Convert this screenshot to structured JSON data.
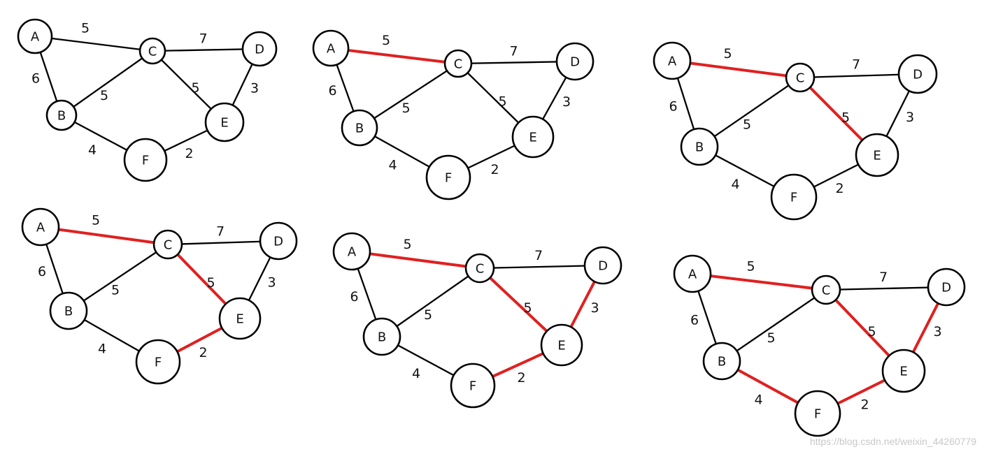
{
  "colors": {
    "edge": "#000000",
    "highlight": "#e02020",
    "node_fill": "#ffffff",
    "text": "#111111"
  },
  "nodes": [
    "A",
    "B",
    "C",
    "D",
    "E",
    "F"
  ],
  "edges": [
    {
      "id": "AC",
      "from": "A",
      "to": "C",
      "weight": "5"
    },
    {
      "id": "CD",
      "from": "C",
      "to": "D",
      "weight": "7"
    },
    {
      "id": "AB",
      "from": "A",
      "to": "B",
      "weight": "6"
    },
    {
      "id": "BC",
      "from": "B",
      "to": "C",
      "weight": "5"
    },
    {
      "id": "CE",
      "from": "C",
      "to": "E",
      "weight": "5"
    },
    {
      "id": "DE",
      "from": "D",
      "to": "E",
      "weight": "3"
    },
    {
      "id": "BF",
      "from": "B",
      "to": "F",
      "weight": "4"
    },
    {
      "id": "EF",
      "from": "E",
      "to": "F",
      "weight": "2"
    }
  ],
  "panels": [
    {
      "step": 0,
      "highlighted": []
    },
    {
      "step": 1,
      "highlighted": [
        "AC"
      ]
    },
    {
      "step": 2,
      "highlighted": [
        "AC",
        "CE"
      ]
    },
    {
      "step": 3,
      "highlighted": [
        "AC",
        "CE",
        "EF"
      ]
    },
    {
      "step": 4,
      "highlighted": [
        "AC",
        "CE",
        "EF",
        "DE"
      ]
    },
    {
      "step": 5,
      "highlighted": [
        "AC",
        "CE",
        "EF",
        "DE",
        "BF"
      ]
    }
  ],
  "watermark": "https://blog.csdn.net/weixin_44260779"
}
